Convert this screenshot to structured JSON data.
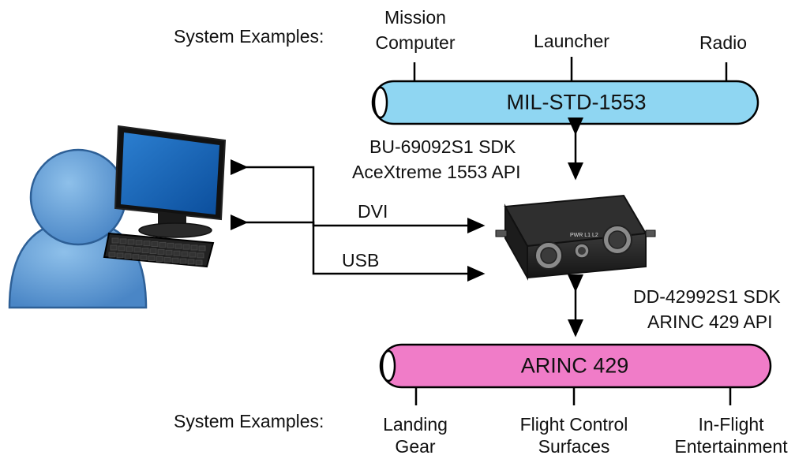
{
  "top_bus": {
    "name": "MIL-STD-1553",
    "color": "#8fd6f2",
    "system_examples_label": "System Examples:",
    "systems": [
      {
        "line1": "Mission",
        "line2": "Computer"
      },
      {
        "line1": "Launcher",
        "line2": ""
      },
      {
        "line1": "Radio",
        "line2": ""
      }
    ],
    "sdk_line1": "BU-69092S1 SDK",
    "sdk_line2": "AceXtreme 1553 API"
  },
  "bottom_bus": {
    "name": "ARINC 429",
    "color": "#f07cc8",
    "system_examples_label": "System Examples:",
    "systems": [
      {
        "line1": "Landing",
        "line2": "Gear"
      },
      {
        "line1": "Flight Control",
        "line2": "Surfaces"
      },
      {
        "line1": "In-Flight",
        "line2": "Entertainment"
      }
    ],
    "sdk_line1": "DD-42992S1 SDK",
    "sdk_line2": "ARINC 429 API"
  },
  "links": {
    "dvi": "DVI",
    "usb": "USB"
  },
  "device": {
    "panel_text": "PWR  L1  L2"
  }
}
